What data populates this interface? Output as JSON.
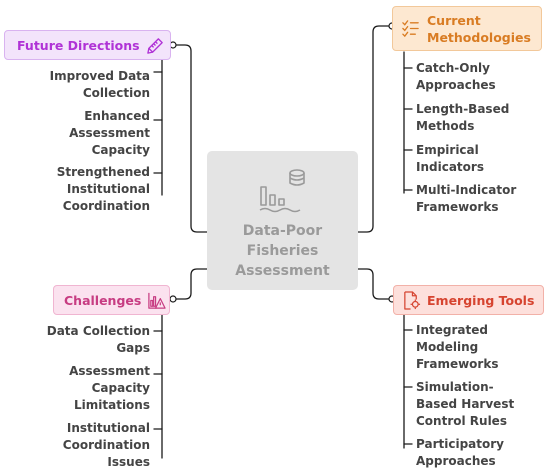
{
  "center": {
    "title_lines": [
      "Data-Poor",
      "Fisheries",
      "Assessment"
    ]
  },
  "categories": {
    "future_directions": {
      "label": "Future Directions",
      "color": "#b033d6",
      "items": [
        {
          "lines": [
            "Improved Data",
            "Collection"
          ]
        },
        {
          "lines": [
            "Enhanced",
            "Assessment",
            "Capacity"
          ]
        },
        {
          "lines": [
            "Strengthened",
            "Institutional",
            "Coordination"
          ]
        }
      ]
    },
    "current_methodologies": {
      "label_lines": [
        "Current",
        "Methodologies"
      ],
      "color": "#d97c23",
      "items": [
        {
          "lines": [
            "Catch-Only",
            "Approaches"
          ]
        },
        {
          "lines": [
            "Length-Based",
            "Methods"
          ]
        },
        {
          "lines": [
            "Empirical",
            "Indicators"
          ]
        },
        {
          "lines": [
            "Multi-Indicator",
            "Frameworks"
          ]
        }
      ]
    },
    "challenges": {
      "label": "Challenges",
      "color": "#c73c82",
      "items": [
        {
          "lines": [
            "Data Collection",
            "Gaps"
          ]
        },
        {
          "lines": [
            "Assessment",
            "Capacity",
            "Limitations"
          ]
        },
        {
          "lines": [
            "Institutional",
            "Coordination",
            "Issues"
          ]
        }
      ]
    },
    "emerging_tools": {
      "label": "Emerging Tools",
      "color": "#d64430",
      "items": [
        {
          "lines": [
            "Integrated",
            "Modeling",
            "Frameworks"
          ]
        },
        {
          "lines": [
            "Simulation-",
            "Based Harvest",
            "Control Rules"
          ]
        },
        {
          "lines": [
            "Participatory",
            "Approaches"
          ]
        }
      ]
    }
  },
  "icons": {
    "center": "chart-database-icon",
    "future_directions": "ruler-pencil-icon",
    "current_methodologies": "checklist-icon",
    "challenges": "chart-warning-icon",
    "emerging_tools": "document-settings-icon"
  },
  "line_color": "#1a1a1a"
}
